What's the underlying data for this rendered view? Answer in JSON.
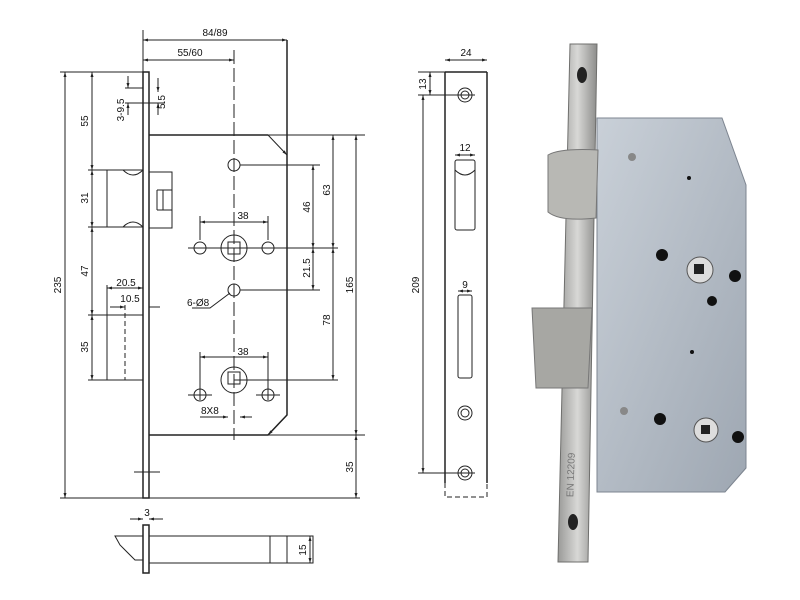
{
  "front_view": {
    "dims": {
      "overall_width": "84/89",
      "backset": "55/60",
      "faceplate_height": "235",
      "top_to_latch": "55",
      "latch_height": "31",
      "latch_to_bolt": "47",
      "bolt_height": "35",
      "bolt_throw": "20.5",
      "latch_throw": "10.5",
      "screw_hole_offset": "3-9.5",
      "screw_hole_size": "5.5",
      "upper_spacing": "38",
      "lower_spacing": "38",
      "top_hole_to_spindle": "46",
      "case_top_to_spindle": "63",
      "spindle_to_hole": "21.5",
      "spindle_to_cylinder": "78",
      "case_height": "165",
      "case_bottom_to_plate": "35",
      "hole_spec": "6-Ø8",
      "square": "8X8"
    }
  },
  "bottom_view": {
    "plate_thickness": "3",
    "case_depth": "15"
  },
  "side_view": {
    "plate_width": "24",
    "top_offset": "13",
    "screw_spacing": "209",
    "latch_slot": "12",
    "bolt_slot": "9"
  },
  "photo": {
    "faceplate_marking": "EN 12209"
  }
}
